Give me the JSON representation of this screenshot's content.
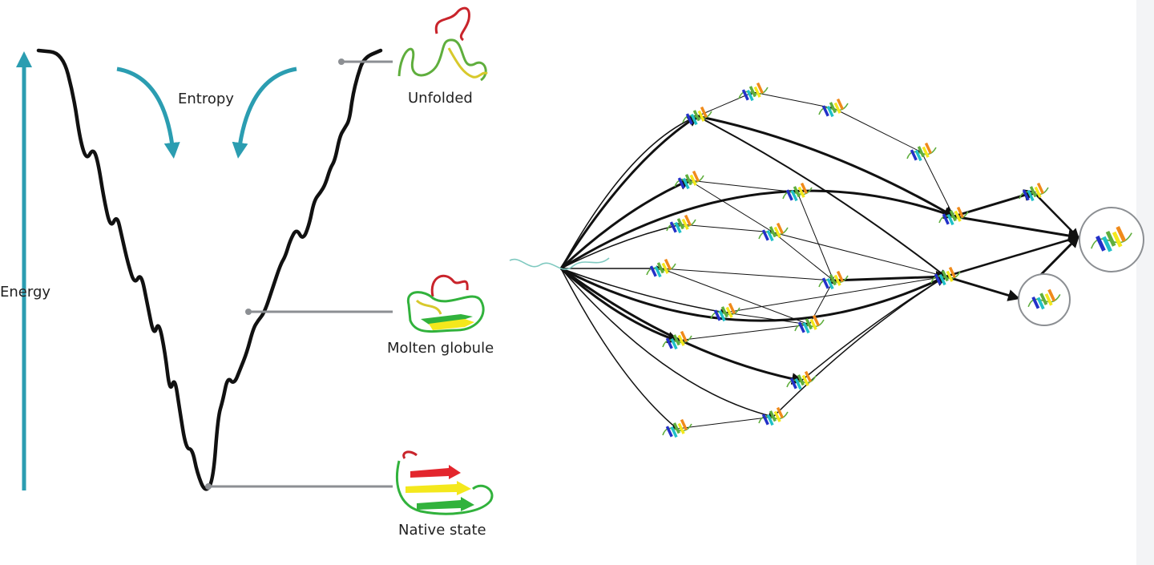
{
  "landscape": {
    "axis_label": "Energy",
    "entropy_label": "Entropy",
    "states": [
      {
        "key": "unfolded",
        "label": "Unfolded"
      },
      {
        "key": "molten",
        "label": "Molten globule"
      },
      {
        "key": "native",
        "label": "Native state"
      }
    ]
  },
  "colors": {
    "accent": "#2b9db1",
    "curve": "#111111",
    "connector": "#8c8f93",
    "strand_red": "#e3262d",
    "strand_yellow": "#f4e81c",
    "strand_green": "#31b23c",
    "coil_green": "#5fae3d",
    "helix_blue": "#2330c8",
    "helix_cyan": "#20c0c8",
    "helix_orange": "#f08a1a",
    "helix_red": "#d92a2a"
  },
  "icons": [
    "energy-arrow-icon",
    "entropy-arrow-icon",
    "protein-ribbon-icon",
    "helix-bundle-icon"
  ]
}
